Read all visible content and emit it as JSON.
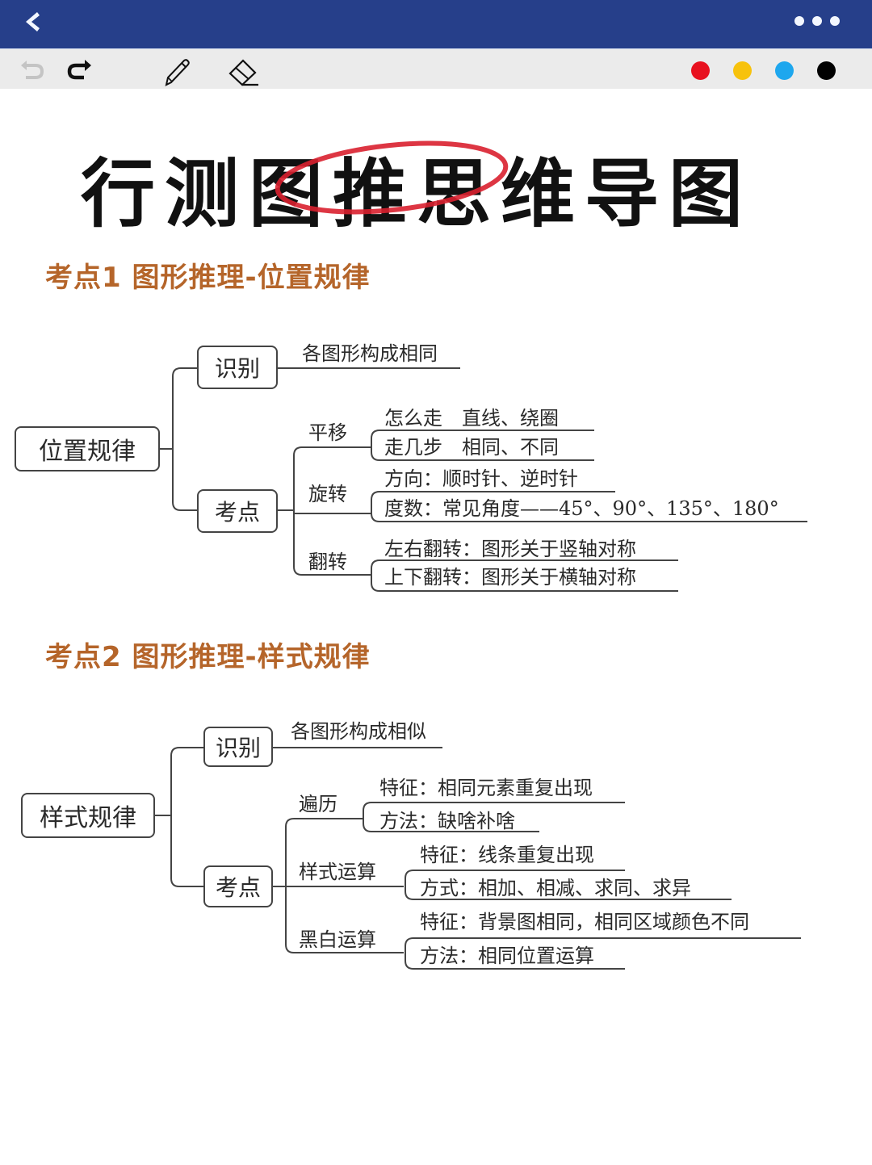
{
  "app": {
    "topbar": {
      "back_icon": "chevron-left-icon",
      "more_icon": "more-dots-icon"
    },
    "toolbar": {
      "tools": [
        {
          "name": "undo",
          "icon": "undo-icon",
          "enabled": false
        },
        {
          "name": "redo",
          "icon": "redo-icon",
          "enabled": true
        },
        {
          "name": "pen",
          "icon": "pencil-icon"
        },
        {
          "name": "eraser",
          "icon": "eraser-icon"
        }
      ],
      "colors": [
        "#e8111f",
        "#f7c20c",
        "#1ea7ee",
        "#000000"
      ]
    }
  },
  "document": {
    "title": "行测图推思维导图",
    "title_highlight_color": "#d9202f",
    "heading_color": "#b5652a",
    "section1": {
      "heading": "考点1 图形推理-位置规律",
      "root": "位置规律",
      "identify": {
        "label": "识别",
        "text": "各图形构成相同"
      },
      "points": {
        "label": "考点",
        "branches": [
          {
            "label": "平移",
            "items": [
              "怎么走　直线、绕圈",
              "走几步　相同、不同"
            ]
          },
          {
            "label": "旋转",
            "items": [
              "方向：顺时针、逆时针",
              "度数：常见角度——45°、90°、135°、180°"
            ]
          },
          {
            "label": "翻转",
            "items": [
              "左右翻转：图形关于竖轴对称",
              "上下翻转：图形关于横轴对称"
            ]
          }
        ]
      }
    },
    "section2": {
      "heading": "考点2 图形推理-样式规律",
      "root": "样式规律",
      "identify": {
        "label": "识别",
        "text": "各图形构成相似"
      },
      "points": {
        "label": "考点",
        "branches": [
          {
            "label": "遍历",
            "items": [
              "特征：相同元素重复出现",
              "方法：缺啥补啥"
            ]
          },
          {
            "label": "样式运算",
            "items": [
              "特征：线条重复出现",
              "方式：相加、相减、求同、求异"
            ]
          },
          {
            "label": "黑白运算",
            "items": [
              "特征：背景图相同，相同区域颜色不同",
              "方法：相同位置运算"
            ]
          }
        ]
      }
    }
  }
}
